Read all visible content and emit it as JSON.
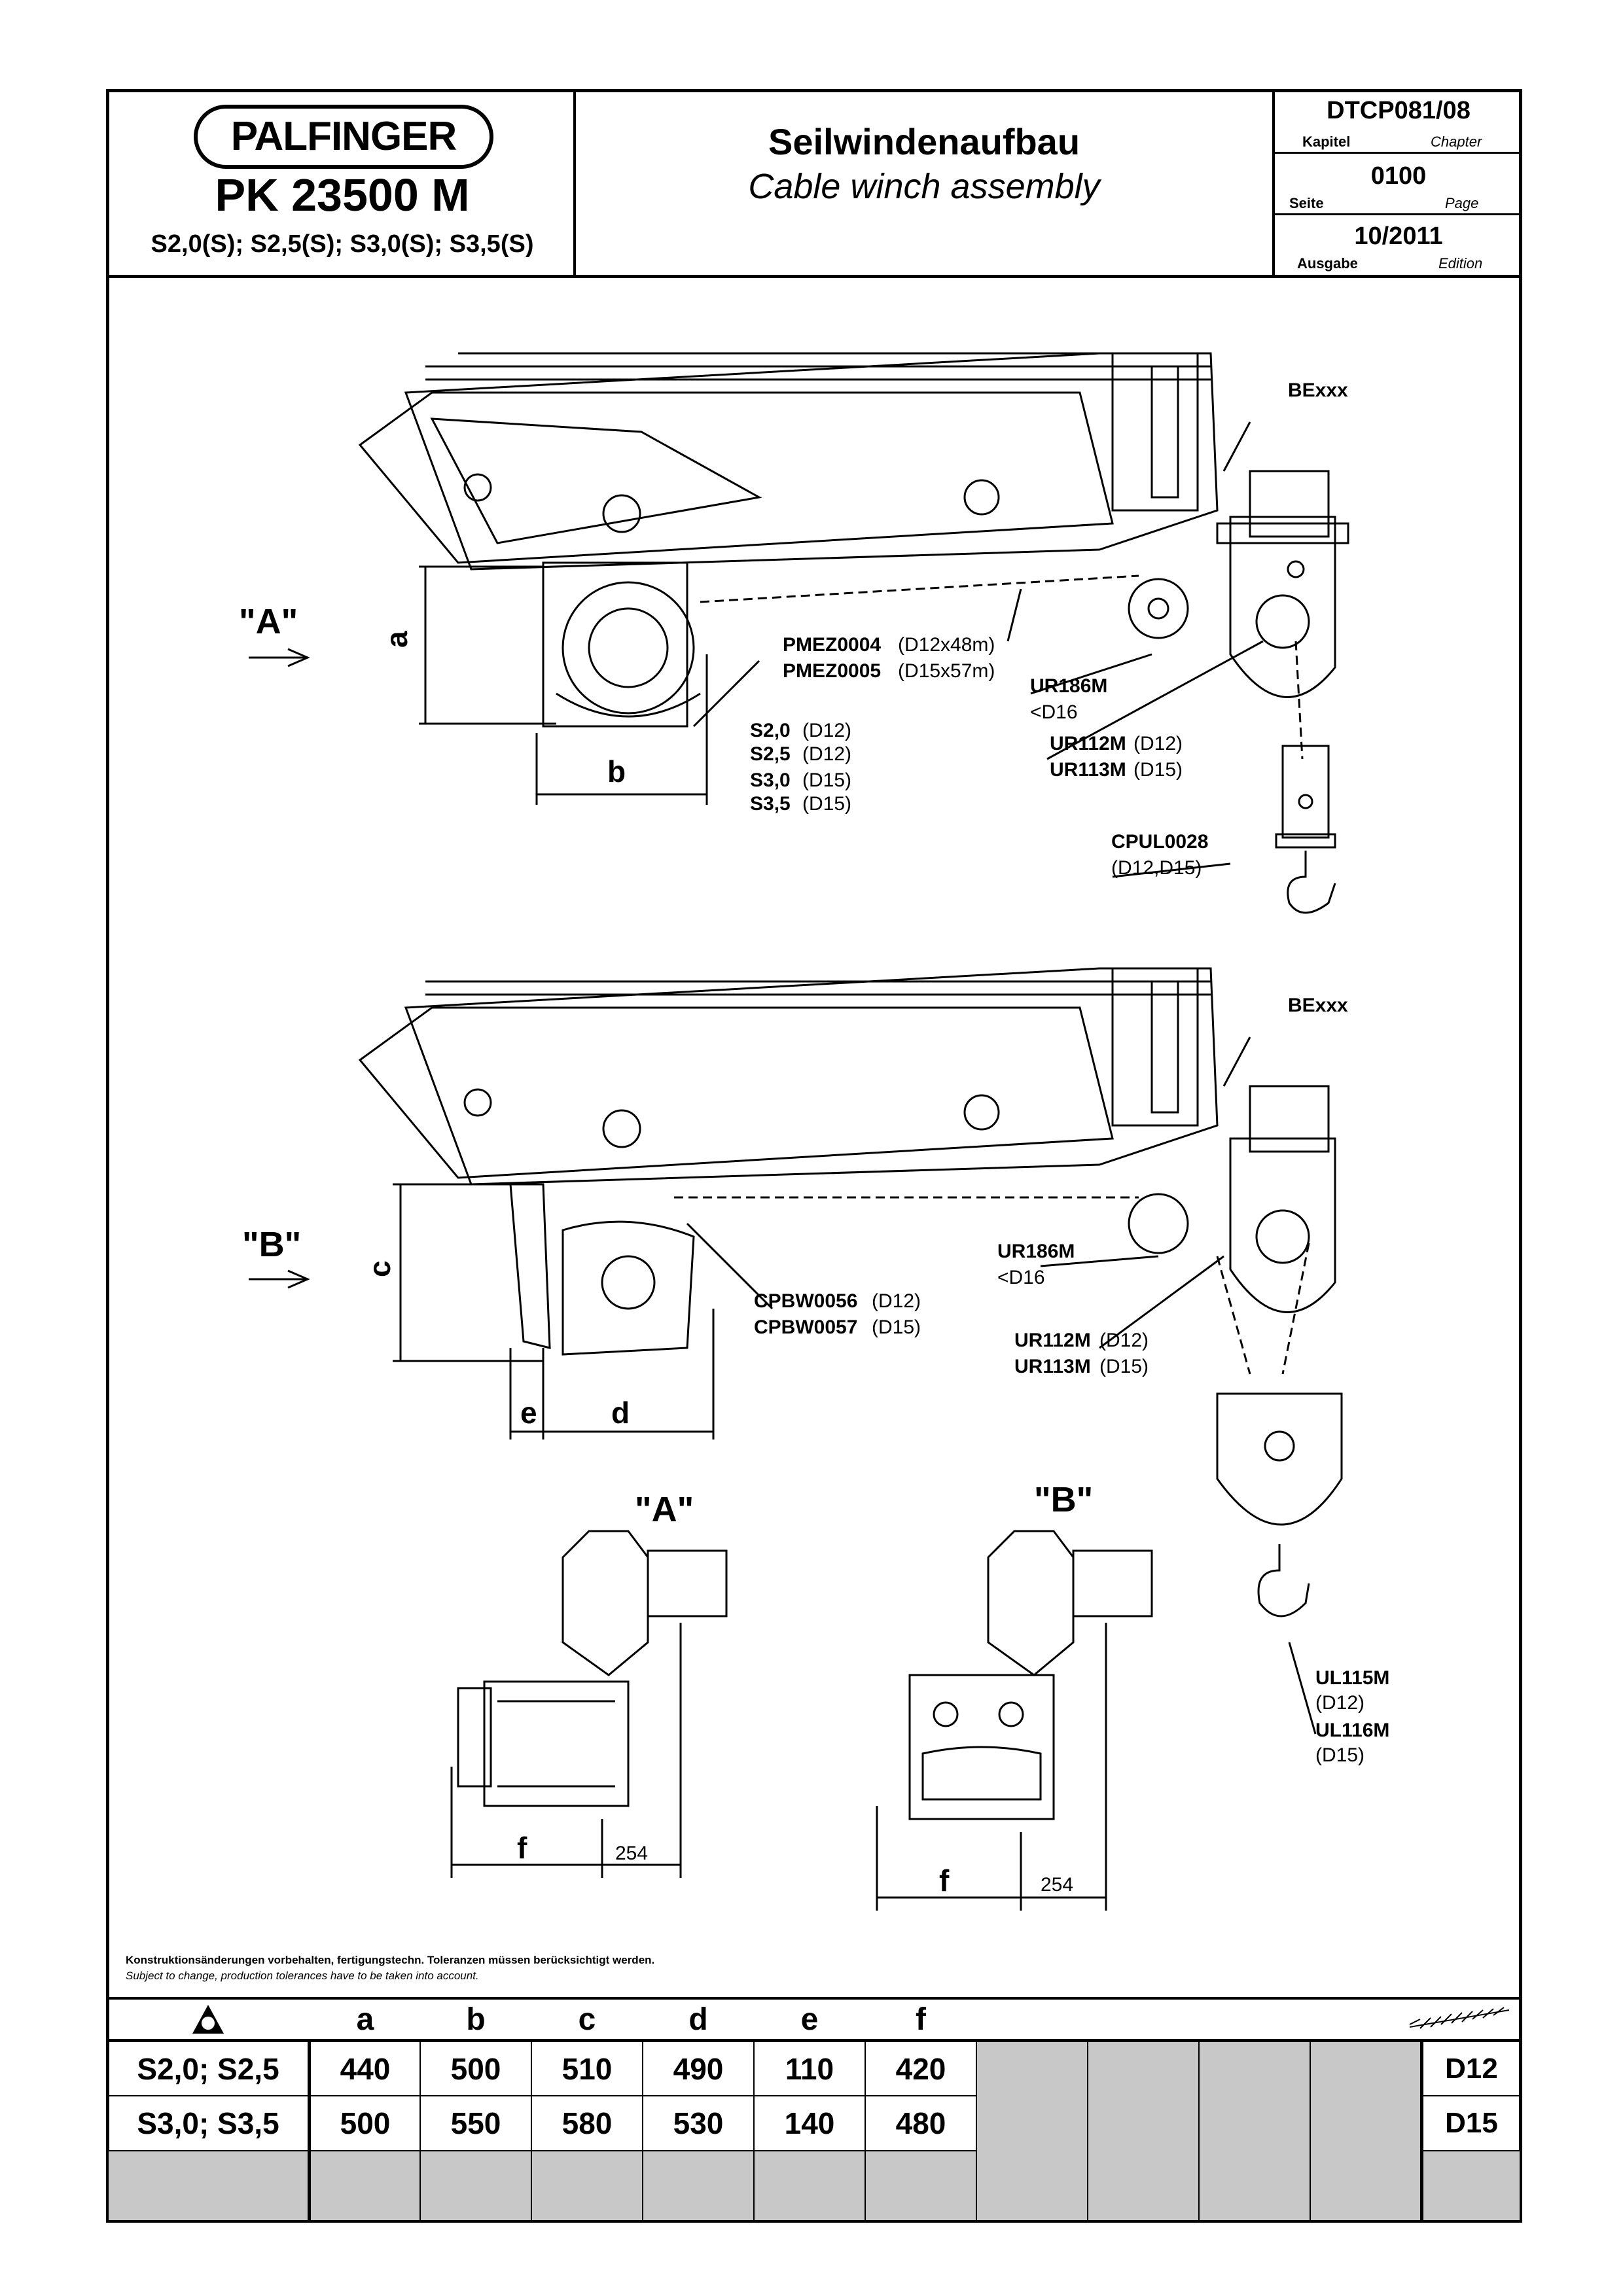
{
  "header": {
    "brand": "PALFINGER",
    "model": "PK 23500 M",
    "variants": "S2,0(S); S2,5(S); S3,0(S); S3,5(S)",
    "title_de": "Seilwindenaufbau",
    "title_en": "Cable winch assembly",
    "chapter_value": "DTCP081/08",
    "chapter_label_de": "Kapitel",
    "chapter_label_en": "Chapter",
    "page_value": "0100",
    "page_label_de": "Seite",
    "page_label_en": "Page",
    "edition_value": "10/2011",
    "edition_label_de": "Ausgabe",
    "edition_label_en": "Edition"
  },
  "drawing": {
    "view_a_label": "\"A\"",
    "view_b_label": "\"B\"",
    "dim_a": "a",
    "dim_b": "b",
    "dim_c": "c",
    "dim_d": "d",
    "dim_e": "e",
    "dim_f": "f",
    "dim_254": "254",
    "bexxx": "BExxx",
    "pmez0004_code": "PMEZ0004",
    "pmez0004_spec": "(D12x48m)",
    "pmez0005_code": "PMEZ0005",
    "pmez0005_spec": "(D15x57m)",
    "ur186m": "UR186M",
    "lt_d16": "<D16",
    "ur112m_code": "UR112M",
    "ur112m_spec": "(D12)",
    "ur113m_code": "UR113M",
    "ur113m_spec": "(D15)",
    "s20_code": "S2,0",
    "s20_spec": "(D12)",
    "s25_code": "S2,5",
    "s25_spec": "(D12)",
    "s30_code": "S3,0",
    "s30_spec": "(D15)",
    "s35_code": "S3,5",
    "s35_spec": "(D15)",
    "cpul_code": "CPUL0028",
    "cpul_spec": "(D12,D15)",
    "cpbw56_code": "CPBW0056",
    "cpbw56_spec": "(D12)",
    "cpbw57_code": "CPBW0057",
    "cpbw57_spec": "(D15)",
    "ul115m_code": "UL115M",
    "ul115m_spec": "(D12)",
    "ul116m_code": "UL116M",
    "ul116m_spec": "(D15)"
  },
  "notes": {
    "de": "Konstruktionsänderungen vorbehalten, fertigungstechn. Toleranzen müssen berücksichtigt werden.",
    "en": "Subject to change, production tolerances have to be taken into account."
  },
  "table": {
    "columns": [
      "a",
      "b",
      "c",
      "d",
      "e",
      "f"
    ],
    "rows": [
      {
        "model": "S2,0; S2,5",
        "values": [
          "440",
          "500",
          "510",
          "490",
          "110",
          "420"
        ],
        "cable": "D12"
      },
      {
        "model": "S3,0; S3,5",
        "values": [
          "500",
          "550",
          "580",
          "530",
          "140",
          "480"
        ],
        "cable": "D15"
      }
    ]
  }
}
